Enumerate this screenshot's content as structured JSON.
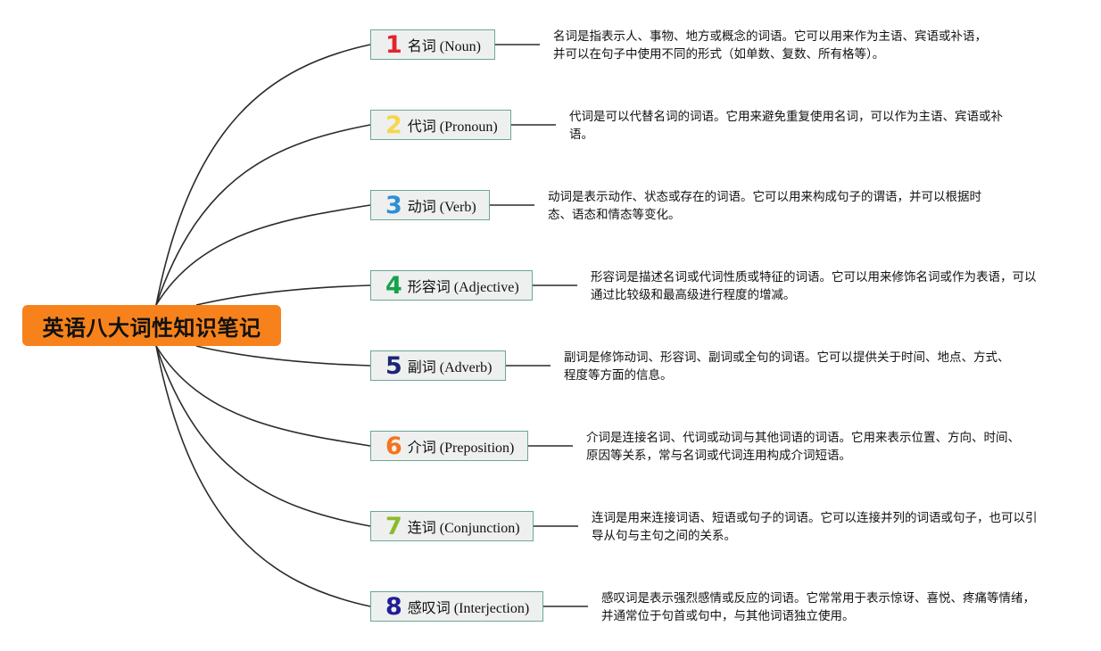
{
  "root": {
    "title": "英语八大词性知识笔记",
    "color": "#f7821b"
  },
  "branches": [
    {
      "num": "1",
      "color": "#e4232d",
      "label": "名词 (Noun)",
      "desc": "名词是指表示人、事物、地方或概念的词语。它可以用来作为主语、宾语或补语，并可以在句子中使用不同的形式（如单数、复数、所有格等）。"
    },
    {
      "num": "2",
      "color": "#f6d64a",
      "label": "代词 (Pronoun)",
      "desc": "代词是可以代替名词的词语。它用来避免重复使用名词，可以作为主语、宾语或补语。"
    },
    {
      "num": "3",
      "color": "#2d8fd5",
      "label": "动词 (Verb)",
      "desc": "动词是表示动作、状态或存在的词语。它可以用来构成句子的谓语，并可以根据时态、语态和情态等变化。"
    },
    {
      "num": "4",
      "color": "#16a24a",
      "label": "形容词 (Adjective)",
      "desc": "形容词是描述名词或代词性质或特征的词语。它可以用来修饰名词或作为表语，可以通过比较级和最高级进行程度的增减。"
    },
    {
      "num": "5",
      "color": "#1c2675",
      "label": "副词 (Adverb)",
      "desc": "副词是修饰动词、形容词、副词或全句的词语。它可以提供关于时间、地点、方式、程度等方面的信息。"
    },
    {
      "num": "6",
      "color": "#f5731e",
      "label": "介词 (Preposition)",
      "desc": "介词是连接名词、代词或动词与其他词语的词语。它用来表示位置、方向、时间、原因等关系，常与名词或代词连用构成介词短语。"
    },
    {
      "num": "7",
      "color": "#8cba2b",
      "label": "连词 (Conjunction)",
      "desc": "连词是用来连接词语、短语或句子的词语。它可以连接并列的词语或句子，也可以引导从句与主句之间的关系。"
    },
    {
      "num": "8",
      "color": "#221e94",
      "label": "感叹词 (Interjection)",
      "desc": "感叹词是表示强烈感情或反应的词语。它常常用于表示惊讶、喜悦、疼痛等情绪，并通常位于句首或句中，与其他词语独立使用。"
    }
  ]
}
